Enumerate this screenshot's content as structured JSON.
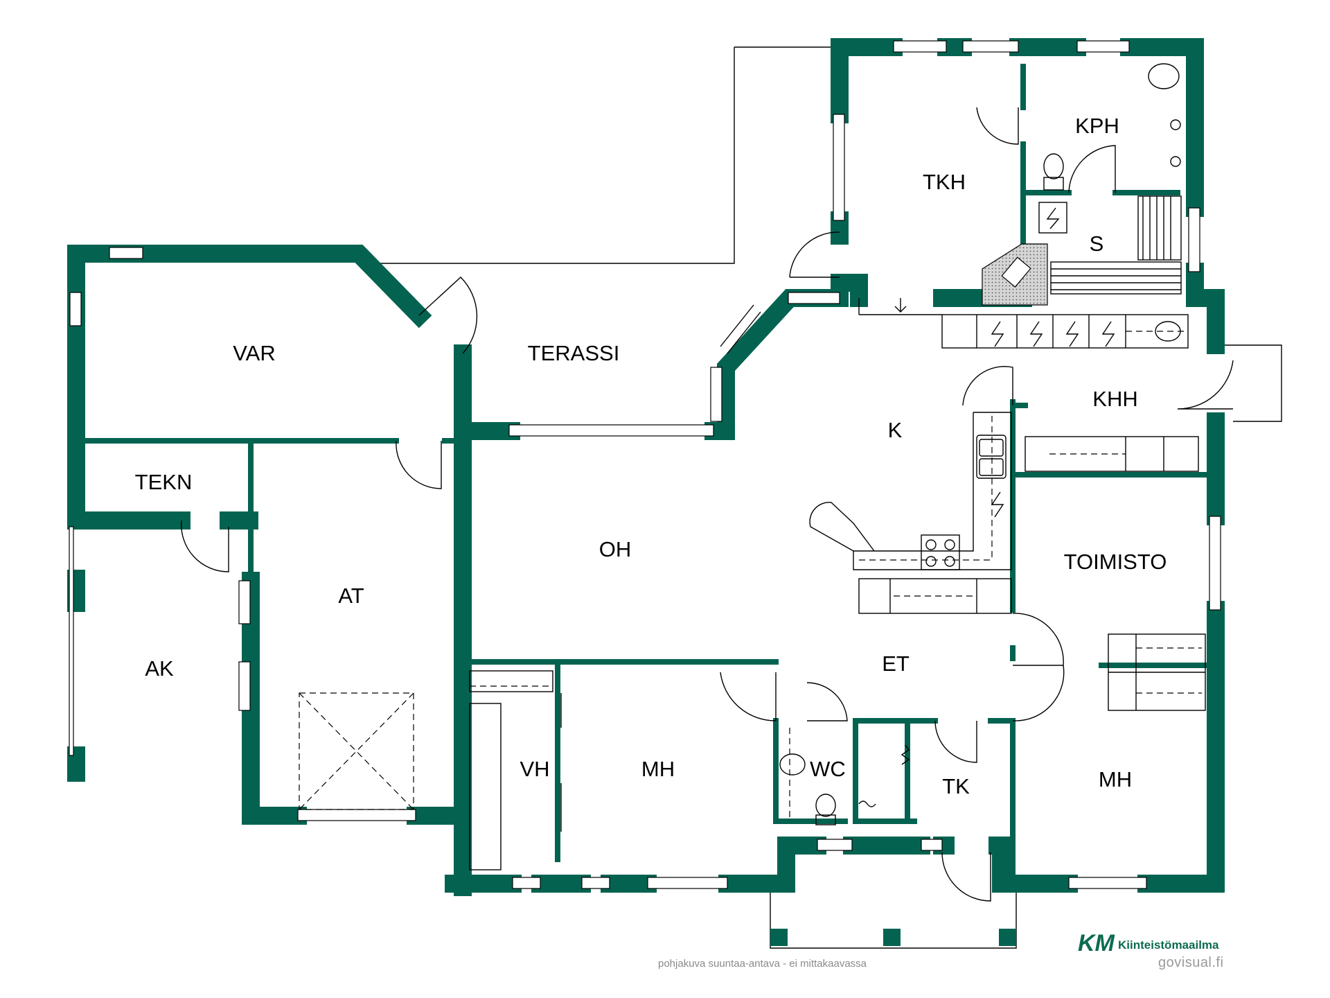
{
  "colors": {
    "wall": "#046350",
    "brand_dark": "#0b6b50",
    "brand_light": "#2bb673",
    "hatch": "#bdbdbd"
  },
  "rooms": {
    "var": "VAR",
    "terassi": "TERASSI",
    "tkh": "TKH",
    "kph": "KPH",
    "s": "S",
    "k": "K",
    "khh": "KHH",
    "tekn": "TEKN",
    "oh": "OH",
    "toimisto": "TOIMISTO",
    "at": "AT",
    "ak": "AK",
    "et": "ET",
    "vh": "VH",
    "mh1": "MH",
    "wc": "WC",
    "tk": "TK",
    "mh2": "MH"
  },
  "footer": {
    "note": "pohjakuva suuntaa-antava - ei mittakaavassa",
    "credit": "govisual.fi",
    "brand_mark": "KM",
    "brand_name": "Kiinteistömaailma"
  }
}
